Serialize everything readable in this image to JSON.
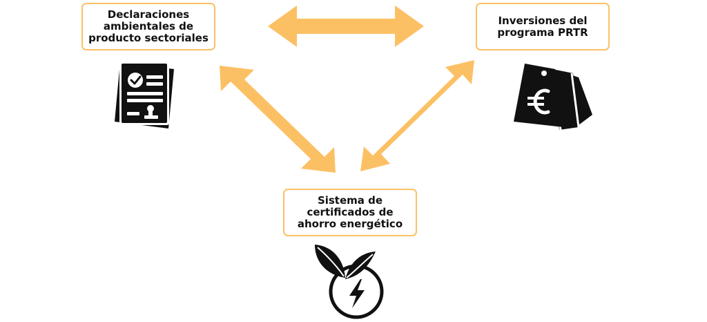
{
  "nodes": [
    {
      "id": "epd",
      "label": "Declaraciones\nambientales de\nproducto sectoriales",
      "icon": "certified-document-icon"
    },
    {
      "id": "prtr",
      "label": "Inversiones del\nprograma PRTR",
      "icon": "euro-price-tags-icon"
    },
    {
      "id": "cae",
      "label": "Sistema de\ncertificados de\nahorro energético",
      "icon": "green-energy-leaf-icon"
    }
  ],
  "connections": [
    {
      "from": "epd",
      "to": "prtr",
      "style": "bidirectional"
    },
    {
      "from": "epd",
      "to": "cae",
      "style": "bidirectional"
    },
    {
      "from": "prtr",
      "to": "cae",
      "style": "bidirectional"
    }
  ],
  "colors": {
    "arrow": "#fcc064",
    "border": "#fcc064",
    "text": "#111111",
    "icon": "#111111"
  }
}
